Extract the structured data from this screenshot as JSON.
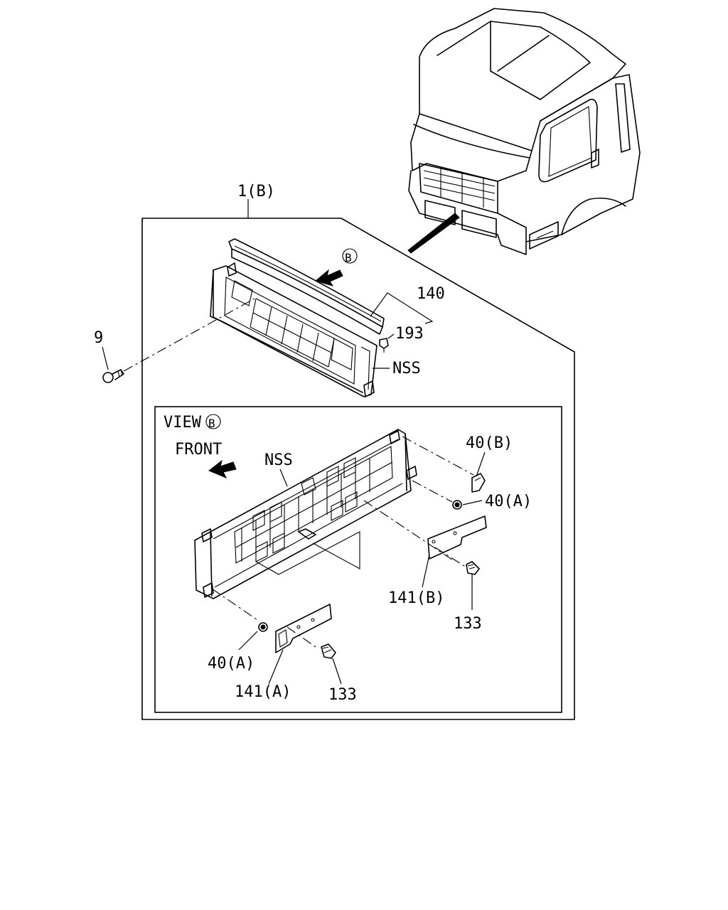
{
  "labels": {
    "assembly": "1(B)",
    "part_140": "140",
    "part_193": "193",
    "part_9": "9",
    "nss_top": "NSS",
    "view_prefix": "VIEW",
    "view_letter": "B",
    "arrow_letter": "B",
    "front": "FRONT",
    "nss_view": "NSS",
    "part_40b": "40(B)",
    "part_40a_right": "40(A)",
    "part_141b": "141(B)",
    "part_133_right": "133",
    "part_40a_left": "40(A)",
    "part_141a": "141(A)",
    "part_133_left": "133"
  }
}
